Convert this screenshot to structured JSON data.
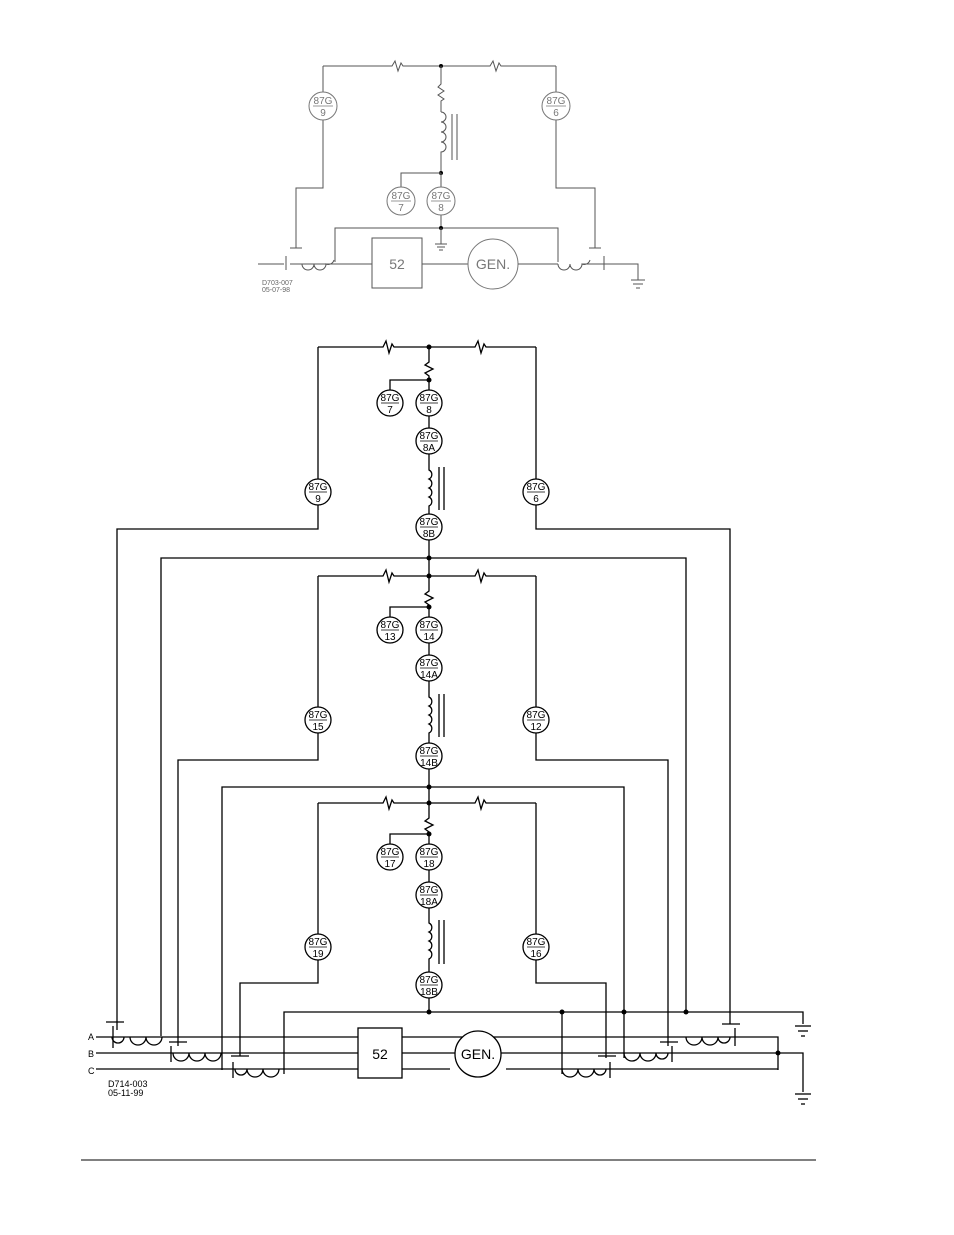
{
  "diagram1": {
    "drawing_id": "D703-007",
    "date": "05-07-98",
    "breaker_label": "52",
    "generator_label": "GEN.",
    "relays": [
      {
        "code": "87G",
        "num": "9"
      },
      {
        "code": "87G",
        "num": "6"
      },
      {
        "code": "87G",
        "num": "7"
      },
      {
        "code": "87G",
        "num": "8"
      }
    ]
  },
  "diagram2": {
    "drawing_id": "D714-003",
    "date": "05-11-99",
    "breaker_label": "52",
    "generator_label": "GEN.",
    "phases": [
      "A",
      "B",
      "C"
    ],
    "relays": [
      {
        "code": "87G",
        "num": "7"
      },
      {
        "code": "87G",
        "num": "8"
      },
      {
        "code": "87G",
        "num": "8A"
      },
      {
        "code": "87G",
        "num": "9"
      },
      {
        "code": "87G",
        "num": "6"
      },
      {
        "code": "87G",
        "num": "8B"
      },
      {
        "code": "87G",
        "num": "13"
      },
      {
        "code": "87G",
        "num": "14"
      },
      {
        "code": "87G",
        "num": "14A"
      },
      {
        "code": "87G",
        "num": "15"
      },
      {
        "code": "87G",
        "num": "12"
      },
      {
        "code": "87G",
        "num": "14B"
      },
      {
        "code": "87G",
        "num": "17"
      },
      {
        "code": "87G",
        "num": "18"
      },
      {
        "code": "87G",
        "num": "18A"
      },
      {
        "code": "87G",
        "num": "19"
      },
      {
        "code": "87G",
        "num": "16"
      },
      {
        "code": "87G",
        "num": "18B"
      }
    ]
  }
}
